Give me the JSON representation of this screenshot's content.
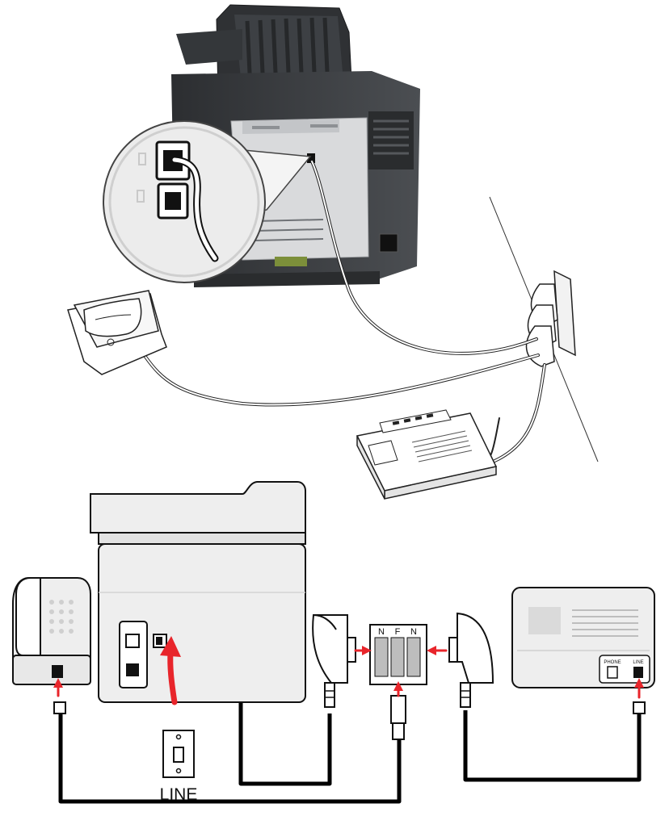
{
  "labels": {
    "wall_line": "LINE",
    "splitter_n_left": "N",
    "splitter_f": "F",
    "splitter_n_right": "N",
    "answering_phone_port": "PHONE",
    "answering_line_port": "LINE"
  },
  "colors": {
    "arrow": "#e8252b",
    "cable": "#000000",
    "outline": "#111111",
    "device_fill": "#eeeeee",
    "printer_dark": "#3a3c3f"
  }
}
